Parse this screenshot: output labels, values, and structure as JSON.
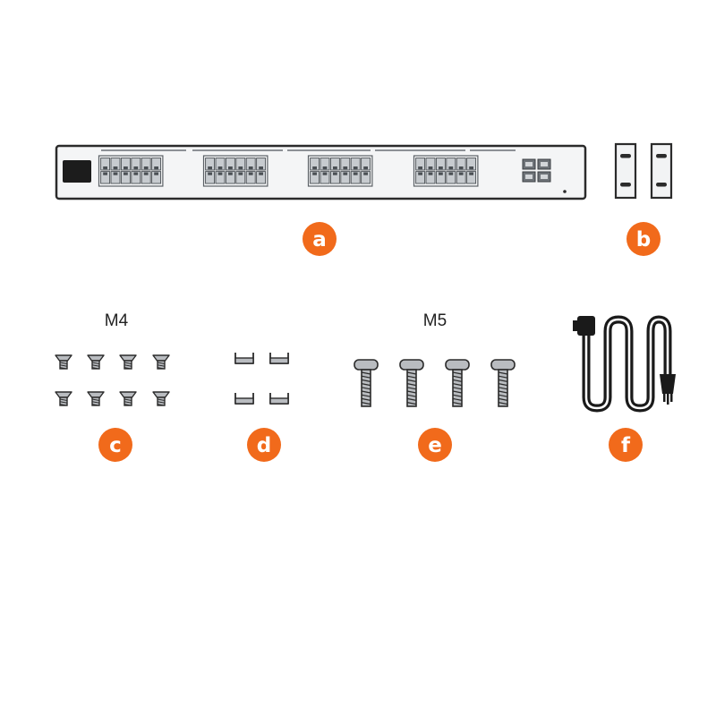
{
  "colors": {
    "badge": "#f16a1b",
    "outline": "#2b2b2b",
    "body_fill": "#f4f5f6",
    "port_fill": "#c7cbcf",
    "metal_fill": "#b9bcc0",
    "display_fill": "#1c1c1c",
    "cable": "#1a1a1a"
  },
  "items": [
    {
      "letter": "a",
      "icon": "network-switch-icon",
      "label": "",
      "port_count": 48,
      "sfp_count": 4
    },
    {
      "letter": "b",
      "icon": "rack-ear-bracket-icon",
      "label": "",
      "count": 2
    },
    {
      "letter": "c",
      "icon": "flat-head-screw-icon",
      "label": "M4",
      "count": 8
    },
    {
      "letter": "d",
      "icon": "cable-clip-icon",
      "label": "",
      "count": 4
    },
    {
      "letter": "e",
      "icon": "pan-head-screw-icon",
      "label": "M5",
      "count": 4
    },
    {
      "letter": "f",
      "icon": "power-cord-icon",
      "label": "",
      "count": 1
    }
  ]
}
